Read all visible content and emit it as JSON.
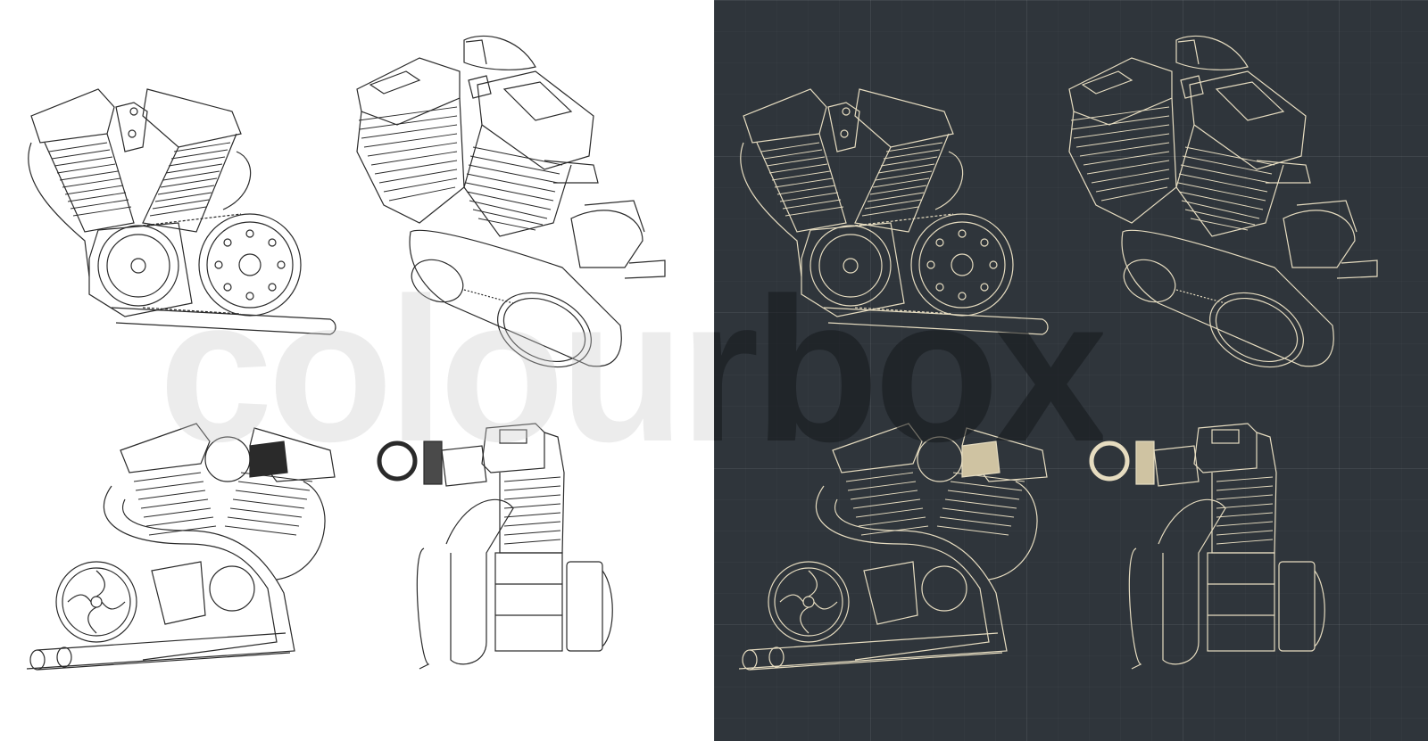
{
  "image": {
    "description": "Motorcycle V-twin engine technical line drawings, four views each, shown on white background and on dark blueprint grid background",
    "watermark": "colourbox",
    "panels": [
      {
        "id": "light",
        "background": "#ffffff",
        "line_color": "#2a2a2a",
        "views": [
          "side-view-belt-drive",
          "isometric-view",
          "turbo-side-view",
          "front-view"
        ]
      },
      {
        "id": "dark",
        "background": "#2f353b",
        "line_color": "#e6dcc0",
        "grid_color": "#3d444b",
        "views": [
          "side-view-belt-drive",
          "isometric-view",
          "turbo-side-view",
          "front-view"
        ]
      }
    ]
  }
}
